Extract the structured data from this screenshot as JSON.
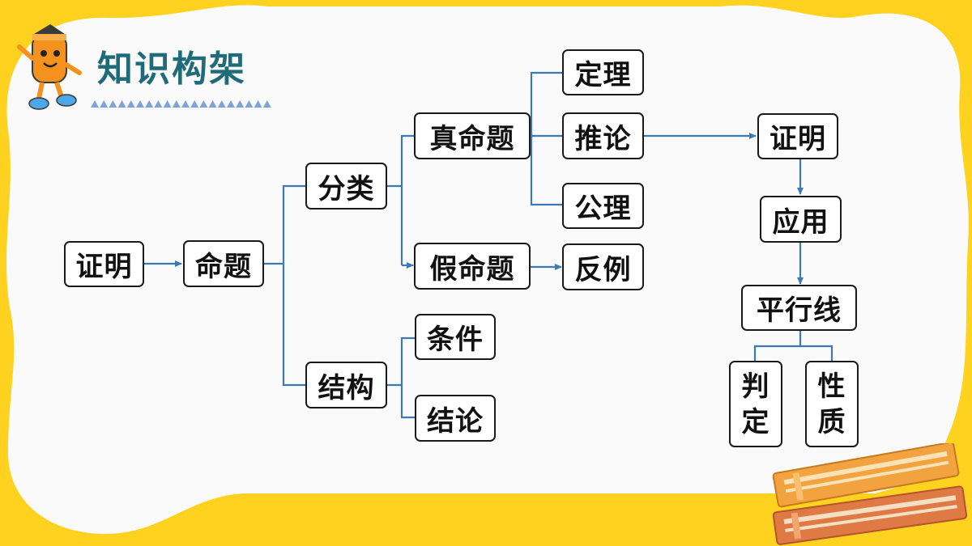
{
  "page": {
    "title": "知识构架"
  },
  "colors": {
    "background": "#FFD21F",
    "panel": "#FAFAFA",
    "title": "#1F6B7A",
    "connector": "#3E79B4",
    "node_border": "#1A1A1A",
    "triangle": "#7FA3D8"
  },
  "nodes": {
    "proof": "证明",
    "proposition": "命题",
    "classification": "分类",
    "true_proposition": "真命题",
    "theorem": "定理",
    "corollary": "推论",
    "axiom": "公理",
    "false_proposition": "假命题",
    "counterexample": "反例",
    "structure": "结构",
    "condition": "条件",
    "conclusion": "结论",
    "proof_right": "证明",
    "application": "应用",
    "parallel_lines": "平行线",
    "judgement": [
      "判",
      "定"
    ],
    "property": [
      "性",
      "质"
    ]
  },
  "icons": [
    "pencil-mascot-icon",
    "books-icon"
  ]
}
